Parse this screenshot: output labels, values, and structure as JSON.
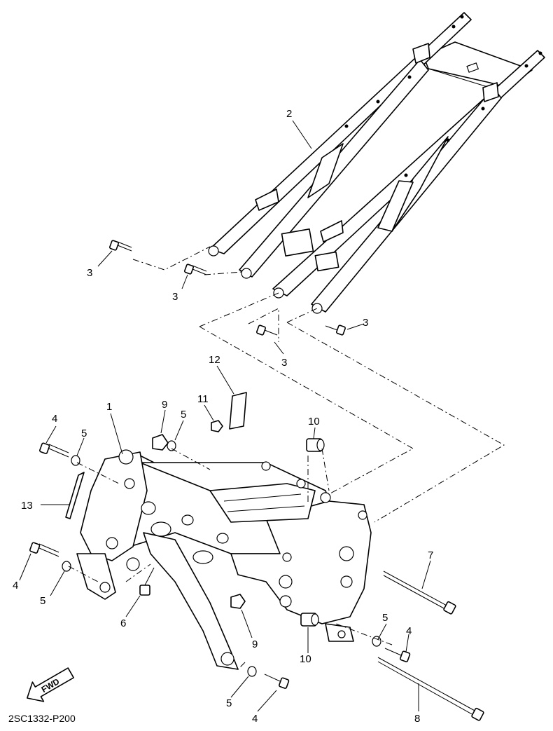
{
  "drawing_code": "2SC1332-P200",
  "fwd_label": "FWD",
  "callouts": [
    "1",
    "2",
    "3",
    "3",
    "3",
    "3",
    "4",
    "4",
    "4",
    "4",
    "5",
    "5",
    "5",
    "5",
    "5",
    "6",
    "7",
    "8",
    "9",
    "9",
    "10",
    "10",
    "11",
    "12",
    "13"
  ]
}
